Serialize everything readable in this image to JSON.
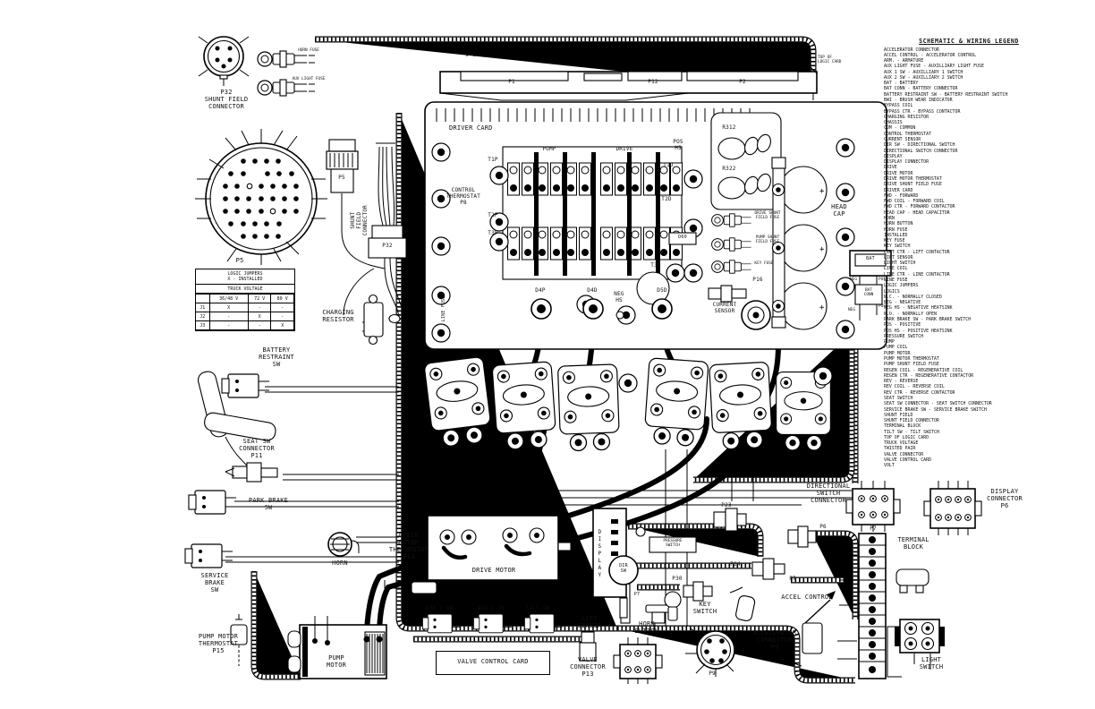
{
  "legend": {
    "title": "SCHEMATIC & WIRING LEGEND",
    "items": [
      "ACCELERATOR CONNECTOR",
      "ACCEL CONTROL - ACCELERATOR CONTROL",
      "ARM. - ARMATURE",
      "AUX LIGHT FUSE - AUXILLIARY LIGHT FUSE",
      "AUX 1 SW - AUXILLIARY 1 SWITCH",
      "AUX 2 SW - AUXILLIARY 2 SWITCH",
      "BAT - BATTERY",
      "BAT CONN - BATTERY CONNECTOR",
      "BATTERY RESTRAINT SW - BATTERY RESTRAINT SWITCH",
      "BWI - BRUSH WEAR INDICATOR",
      "BYPASS COIL",
      "BYPASS CTR - BYPASS CONTACTOR",
      "CHARGING RESISTOR",
      "CHASSIS",
      "COM - COMMON",
      "CONTROL THERMOSTAT",
      "CURRENT SENSOR",
      "DIR SW - DIRECTIONAL SWITCH",
      "DIRECTIONAL SWITCH CONNECTOR",
      "DISPLAY",
      "DISPLAY CONNECTOR",
      "DRIVE",
      "DRIVE MOTOR",
      "DRIVE MOTOR THERMOSTAT",
      "DRIVE SHUNT FIELD FUSE",
      "DRIVER CARD",
      "FWD - FORWARD",
      "FWD COIL - FORWARD COIL",
      "FWD CTR - FORWARD CONTACTOR",
      "HEAD CAP - HEAD CAPACITOR",
      "HORN",
      "HORN BUTTON",
      "HORN FUSE",
      "INSTALLED",
      "KEY FUSE",
      "KEY SWITCH",
      "LIFT CTR - LIFT CONTACTOR",
      "LIFT SENSOR",
      "LIGHT SWITCH",
      "LINE COIL",
      "LINE CTR - LINE CONTACTOR",
      "LINE FUSE",
      "LOGIC JUMPERS",
      "LOGICS",
      "N.C. - NORMALLY CLOSED",
      "NEG - NEGATIVE",
      "NEG HS - NEGATIVE HEATSINK",
      "N.O. - NORMALLY OPEN",
      "PARK BRAKE SW - PARK BRAKE SWITCH",
      "POS - POSITIVE",
      "POS HS - POSITIVE HEATSINK",
      "PRESSURE SWITCH",
      "PUMP",
      "PUMP COIL",
      "PUMP MOTOR",
      "PUMP MOTOR THERMOSTAT",
      "PUMP SHUNT FIELD FUSE",
      "REGEN COIL - REGENERATIVE COIL",
      "REGEN CTR - REGENERATIVE CONTACTOR",
      "REV - REVERSE",
      "REV COIL - REVERSE COIL",
      "REV CTR - REVERSE CONTACTOR",
      "SEAT SWITCH",
      "SEAT SW CONNECTOR - SEAT SWITCH CONNECTOR",
      "SERVICE BRAKE SW - SERVICE BRAKE SWITCH",
      "SHUNT FIELD",
      "SHUNT FIELD CONNECTOR",
      "TERMINAL BLOCK",
      "TILT SW - TILT SWITCH",
      "TOP OF LOGIC CARD",
      "TRUCK VOLTAGE",
      "TWISTED PAIR",
      "VALVE CONNECTOR",
      "VALVE CONTROL CARD",
      "VOLT"
    ]
  },
  "voltage_table": {
    "header_line1": "LOGIC JUMPERS",
    "header_line2": "X - INSTALLED",
    "subheader": "TRUCK VOLTAGE",
    "columns": [
      "36/48 V",
      "72 V",
      "80 V"
    ],
    "rows": [
      {
        "label": "J1",
        "cells": [
          "X",
          "-",
          "-"
        ]
      },
      {
        "label": "J2",
        "cells": [
          "-",
          "X",
          "-"
        ]
      },
      {
        "label": "J3",
        "cells": [
          "-",
          "-",
          "X"
        ]
      }
    ]
  },
  "labels": {
    "p32_top": "P32\nSHUNT FIELD\nCONNECTOR",
    "horn_fuse": "HORN FUSE",
    "aux_light_fuse": "AUX LIGHT FUSE",
    "p5_pinout": "P5",
    "p5_barrel": "P5",
    "shunt_field_vert": "SHUNT\nFIELD\nCONNECTOR",
    "p32_box": "P32",
    "charging_resistor": "CHARGING\nRESISTOR",
    "battery_restraint": "BATTERY\nRESTRAINT\nSW",
    "seat_conn": "SEAT SW\nCONNECTOR\nP11",
    "park_brake": "PARK BRAKE\nSW",
    "service_brake": "SERVICE\nBRAKE\nSW",
    "pump_thermostat": "PUMP MOTOR\nTHERMOSTAT\nP15",
    "pump_motor": "PUMP\nMOTOR",
    "horn": "HORN",
    "drive_thermostat": "DRIVE\nMOTOR\nTHERMOSTAT\nP14",
    "drive_motor": "DRIVE MOTOR",
    "aux2": "AUX 2 SW",
    "aux1": "AUX 1 SW",
    "tilt": "TILT SW",
    "valve_card": "VALVE CONTROL CARD",
    "lift_sensor": "LIFT\nSENSOR",
    "valve_conn": "VALVE\nCONNECTOR\nP13",
    "horn_button": "HORN\nBUTTON",
    "display_word": "DISPLAY",
    "dir_sw": "DIR\nSW",
    "p7_dir_stub": "P7",
    "p23": "P23",
    "pressure_switch": "PRESSURE\nSWITCH",
    "p24": "P24",
    "p30": "P30",
    "key_switch": "KEY\nSWITCH",
    "p6_mid": "P6",
    "p7_mid": "P7",
    "accel_control": "ACCEL CONTROL",
    "accel_conn": "ACCELERATOR\nCONNECTOR\nP9",
    "p9": "P9",
    "terminal_block": "TERMINAL\nBLOCK",
    "dir_conn": "DIRECTIONAL\nSWITCH\nCONNECTOR",
    "p7_conn": "P7",
    "display_conn": "DISPLAY\nCONNECTOR\nP6",
    "light_switch": "LIGHT\nSWITCH",
    "driver_card": "DRIVER CARD",
    "p1": "P1",
    "p12": "P12",
    "p2": "P2",
    "top_logic_card": "TOP OF\nLOGIC CARD",
    "pump_hdr": "PUMP",
    "drive_hdr": "DRIVE",
    "pos_hs": "POS\nHS",
    "neg_hs": "NEG\nHS",
    "t1p": "T1P",
    "t2p": "T2P",
    "t3p": "T3P",
    "t1d": "T1D",
    "t2d": "T2D",
    "t3d": "T3D",
    "d4p": "D4P",
    "d4d": "D4D",
    "d5d": "D5D",
    "d60": "D60",
    "control_thermostat": "CONTROL\nTHERMOSTAT\nP8",
    "line_fuse": "LINE FUSE",
    "r312": "R312",
    "r322": "R322",
    "drive_shunt_fuse": "DRIVE SHUNT\nFIELD FUSE",
    "pump_shunt_fuse": "PUMP SHUNT\nFIELD FUSE",
    "key_fuse": "KEY FUSE",
    "p16": "P16",
    "current_sensor": "CURRENT\nSENSOR",
    "head_cap": "HEAD\nCAP",
    "bat": "BAT",
    "bat_conn": "BAT\nCONN",
    "neg": "NEG",
    "pos": "POS"
  }
}
